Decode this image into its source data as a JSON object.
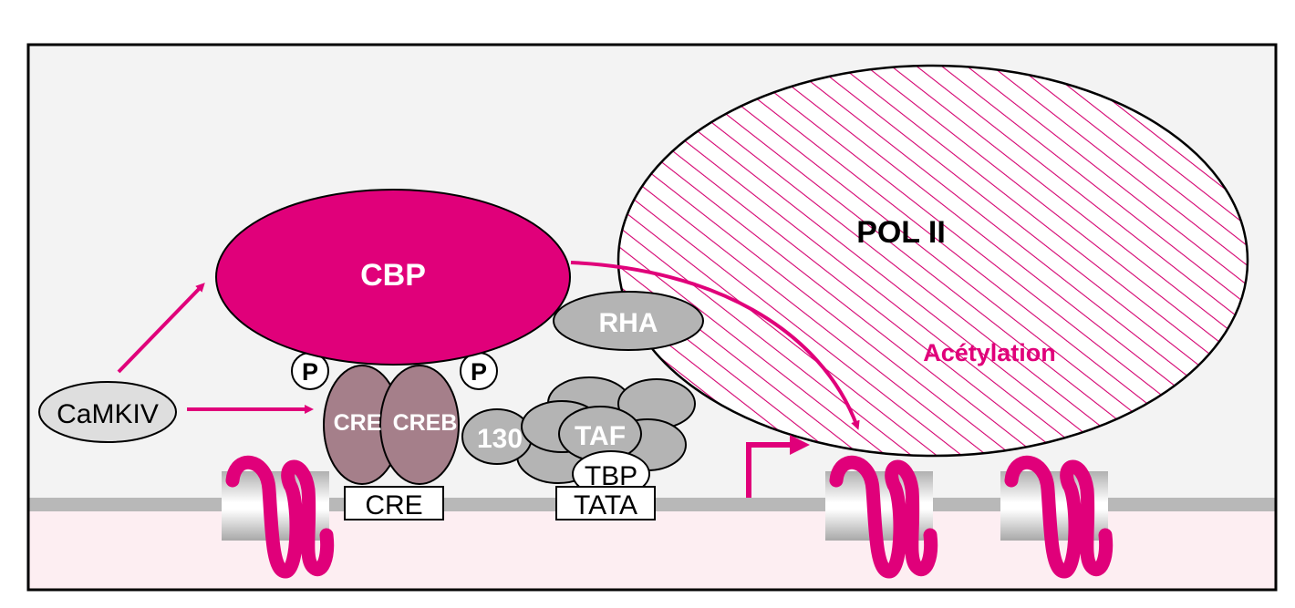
{
  "diagram": {
    "title": "CREB/CBP transcription activation complex",
    "colors": {
      "accent": "#e0007a",
      "cbp_fill": "#e0007a",
      "creb_fill": "#a57f8a",
      "protein_grey": "#b4b4b4",
      "nucleus_bg": "#f3f3f3",
      "cytoplasm_bg": "#fdeef2",
      "dna": "#b8b8b8",
      "hatch": "#d4006f"
    },
    "labels": {
      "camkiv": "CaMKIV",
      "cbp": "CBP",
      "pol2": "POL II",
      "acetylation": "Acétylation",
      "rha": "RHA",
      "creb_left": "CRE",
      "creb_right": "CREB",
      "p_left": "P",
      "p_right": "P",
      "p130": "130",
      "taf": "TAF",
      "tbp": "TBP",
      "cre_box": "CRE",
      "tata_box": "TATA"
    },
    "icons": {
      "histone": "histone-coil-icon",
      "tss": "transcription-start-arrow-icon"
    }
  }
}
